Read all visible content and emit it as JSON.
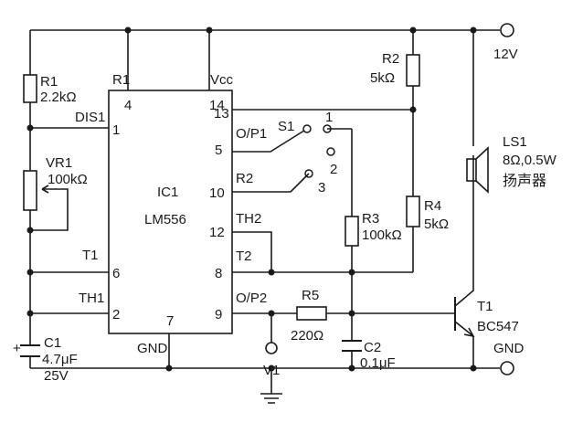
{
  "supply": {
    "voltage_label": "12V",
    "ground_label": "GND"
  },
  "ic": {
    "ref": "IC1",
    "part": "LM556"
  },
  "pins": {
    "p4": {
      "num": "4",
      "name": "R1"
    },
    "p14": {
      "num": "14",
      "name": "Vcc"
    },
    "p13": {
      "num": "13"
    },
    "p1": {
      "num": "1",
      "name": "DIS1"
    },
    "p5": {
      "num": "5",
      "name": "O/P1"
    },
    "p10": {
      "num": "10",
      "name": "R2"
    },
    "p12": {
      "num": "12",
      "name": "TH2"
    },
    "p8": {
      "num": "8",
      "name": "T2"
    },
    "p6": {
      "num": "6",
      "name": "T1"
    },
    "p2": {
      "num": "2",
      "name": "TH1"
    },
    "p9": {
      "num": "9",
      "name": "O/P2"
    },
    "p7": {
      "num": "7",
      "name": "GND"
    }
  },
  "components": {
    "R1": {
      "ref": "R1",
      "value": "2.2kΩ"
    },
    "VR1": {
      "ref": "VR1",
      "value": "100kΩ"
    },
    "C1": {
      "ref": "C1",
      "value": "4.7μF",
      "rating": "25V",
      "polarity": "+"
    },
    "R2": {
      "ref": "R2",
      "value": "5kΩ"
    },
    "R3": {
      "ref": "R3",
      "value": "100kΩ"
    },
    "R4": {
      "ref": "R4",
      "value": "5kΩ"
    },
    "R5": {
      "ref": "R5",
      "value": "220Ω"
    },
    "C2": {
      "ref": "C2",
      "value": "0.1μF"
    },
    "S1": {
      "ref": "S1",
      "positions": [
        "1",
        "2",
        "3"
      ]
    },
    "T1": {
      "ref": "T1",
      "part": "BC547"
    },
    "LS1": {
      "ref": "LS1",
      "spec": "8Ω,0.5W",
      "desc": "扬声器"
    },
    "V1": {
      "ref": "V1"
    }
  }
}
